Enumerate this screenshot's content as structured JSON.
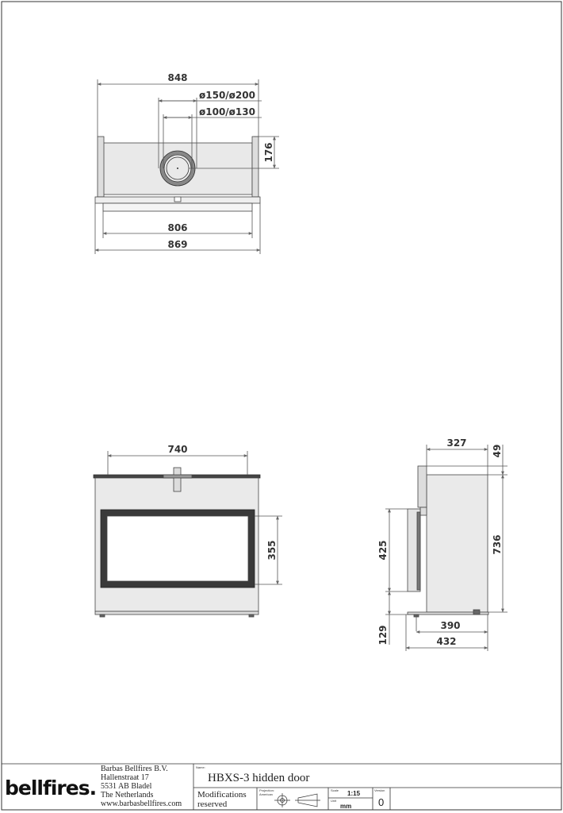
{
  "drawing": {
    "top_view": {
      "width_848": "848",
      "flue_outer": "ø150/ø200",
      "flue_inner": "ø100/ø130",
      "depth_176": "176",
      "width_806": "806",
      "width_869": "869"
    },
    "front_view": {
      "width_740": "740",
      "height_355": "355"
    },
    "side_view": {
      "depth_327": "327",
      "top_49": "49",
      "height_736": "736",
      "height_425": "425",
      "base_129": "129",
      "depth_390": "390",
      "depth_432": "432"
    }
  },
  "title_block": {
    "company": "Barbas Bellfires B.V.",
    "street": "Hallenstraat 17",
    "postal": "5531 AB Bladel",
    "country": "The Netherlands",
    "website": "www.barbasbellfires.com",
    "logo_text": "bellfires.",
    "name_label": "Name:",
    "name_value": "HBXS-3 hidden door",
    "modifications_line1": "Modifications",
    "modifications_line2": "reserved",
    "projection_label_1": "Projection:",
    "projection_label_2": "American",
    "scale_label": "Scale",
    "scale_value": "1:15",
    "unit_label": "Unit",
    "unit_value": "mm",
    "version_label": "Version",
    "version_value": "0"
  }
}
